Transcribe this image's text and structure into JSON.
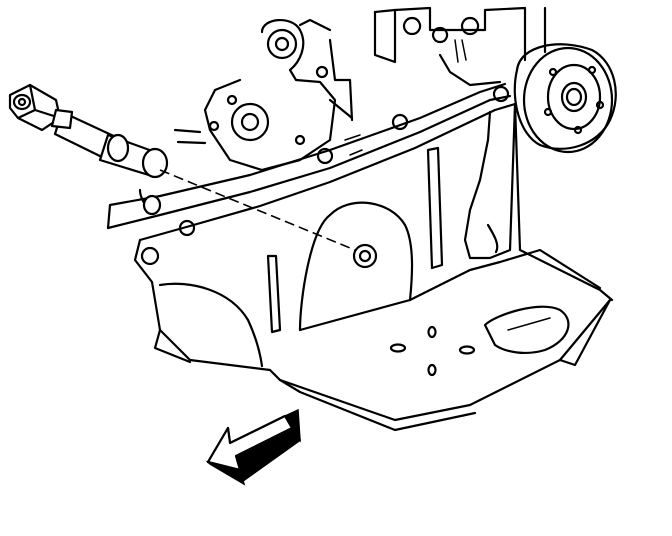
{
  "diagram": {
    "parts": {
      "engine-block": "engine-block",
      "oil-pan": "oil-pan",
      "crankshaft-pulley": "crankshaft-pulley",
      "oil-pump-housing": "oil-pump-housing",
      "sensor-tool": "sensor-tool",
      "oil-pan-drain-hole": "oil-pan-drain-hole",
      "front-direction-arrow": "arrow-icon"
    },
    "colors": {
      "line": "#000000",
      "background": "#ffffff"
    }
  }
}
